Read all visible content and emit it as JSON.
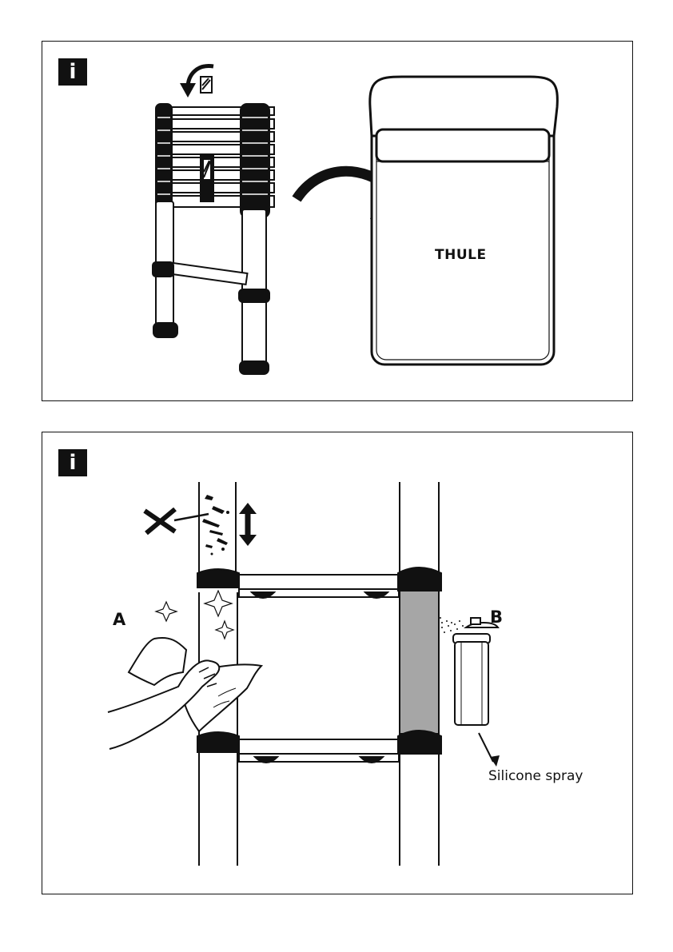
{
  "panel1": {
    "badge": "i",
    "brand_text": "THULE"
  },
  "panel2": {
    "badge": "i",
    "label_a": "A",
    "label_b": "B",
    "spray_caption": "Silicone spray"
  },
  "colors": {
    "ink": "#111111",
    "lubricated_section": "#a6a6a6"
  }
}
